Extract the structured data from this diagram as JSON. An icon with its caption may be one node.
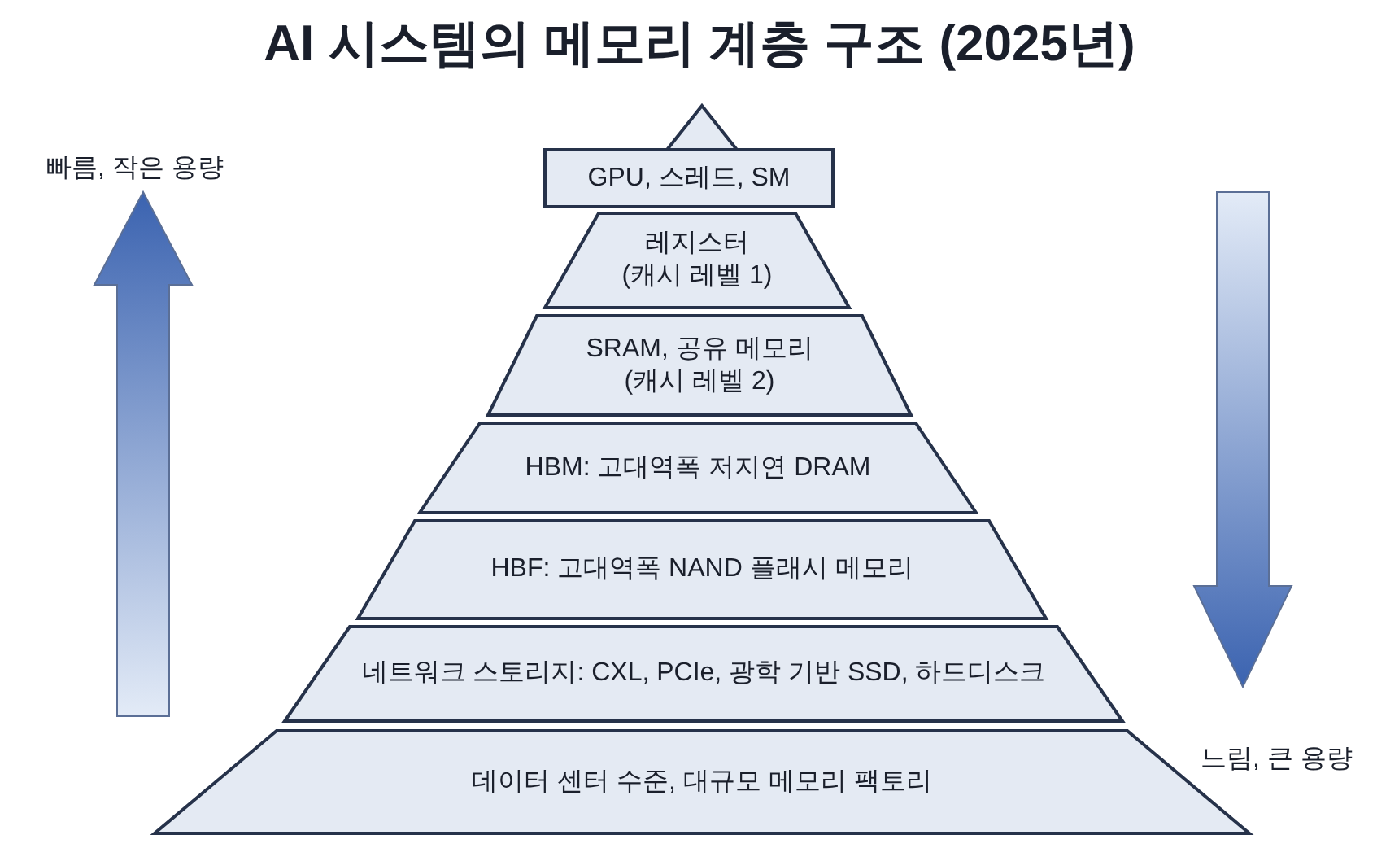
{
  "diagram": {
    "title": "AI 시스템의 메모리 계층 구조 (2025년)",
    "nodes": [
      {
        "text": [],
        "shape": "triangle"
      },
      {
        "text": [
          "GPU, 스레드, SM"
        ]
      },
      {
        "text": [
          "레지스터",
          "(캐시 레벨 1)"
        ]
      },
      {
        "text": [
          "SRAM, 공유 메모리",
          "(캐시 레벨 2)"
        ]
      },
      {
        "text": [
          "HBM: 고대역폭 저지연 DRAM"
        ]
      },
      {
        "text": [
          "HBF: 고대역폭 NAND 플래시 메모리"
        ]
      },
      {
        "text": [
          "네트워크 스토리지: CXL, PCIe, 광학 기반 SSD, 하드디스크"
        ]
      },
      {
        "text": [
          "데이터 센터 수준, 대규모 메모리 팩토리"
        ]
      }
    ],
    "labels": [
      "빠름, 작은 용량",
      "느림, 큰 용량"
    ]
  }
}
